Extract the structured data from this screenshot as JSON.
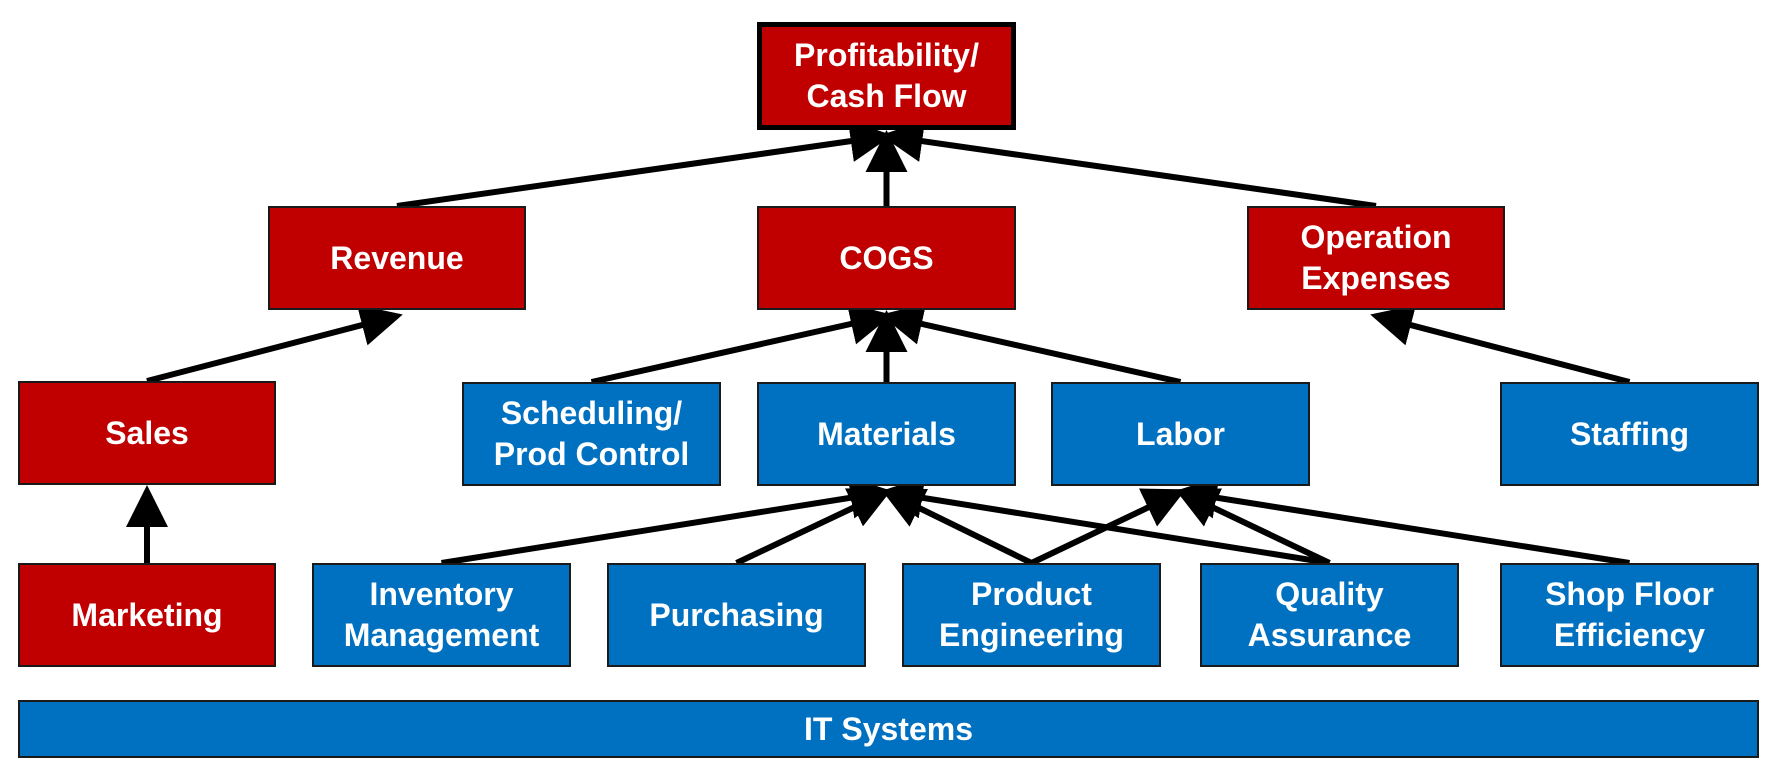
{
  "colors": {
    "red": "#c00000",
    "blue": "#0070c0",
    "text": "#ffffff",
    "arrow": "#000000"
  },
  "nodes": {
    "profitability": {
      "label": "Profitability/\nCash Flow",
      "color": "red"
    },
    "revenue": {
      "label": "Revenue",
      "color": "red"
    },
    "cogs": {
      "label": "COGS",
      "color": "red"
    },
    "opex": {
      "label": "Operation\nExpenses",
      "color": "red"
    },
    "sales": {
      "label": "Sales",
      "color": "red"
    },
    "scheduling": {
      "label": "Scheduling/\nProd Control",
      "color": "blue"
    },
    "materials": {
      "label": "Materials",
      "color": "blue"
    },
    "labor": {
      "label": "Labor",
      "color": "blue"
    },
    "staffing": {
      "label": "Staffing",
      "color": "blue"
    },
    "marketing": {
      "label": "Marketing",
      "color": "red"
    },
    "inventory": {
      "label": "Inventory\nManagement",
      "color": "blue"
    },
    "purchasing": {
      "label": "Purchasing",
      "color": "blue"
    },
    "product_eng": {
      "label": "Product\nEngineering",
      "color": "blue"
    },
    "quality": {
      "label": "Quality\nAssurance",
      "color": "blue"
    },
    "shop_floor": {
      "label": "Shop Floor\nEfficiency",
      "color": "blue"
    },
    "it_systems": {
      "label": "IT Systems",
      "color": "blue"
    }
  },
  "edges": [
    {
      "from": "revenue",
      "to": "profitability"
    },
    {
      "from": "cogs",
      "to": "profitability"
    },
    {
      "from": "opex",
      "to": "profitability"
    },
    {
      "from": "sales",
      "to": "revenue"
    },
    {
      "from": "scheduling",
      "to": "cogs"
    },
    {
      "from": "materials",
      "to": "cogs"
    },
    {
      "from": "labor",
      "to": "cogs"
    },
    {
      "from": "staffing",
      "to": "opex"
    },
    {
      "from": "marketing",
      "to": "sales"
    },
    {
      "from": "inventory",
      "to": "materials"
    },
    {
      "from": "purchasing",
      "to": "materials"
    },
    {
      "from": "product_eng",
      "to": "materials"
    },
    {
      "from": "quality",
      "to": "materials"
    },
    {
      "from": "product_eng",
      "to": "labor"
    },
    {
      "from": "quality",
      "to": "labor"
    },
    {
      "from": "shop_floor",
      "to": "labor"
    }
  ]
}
